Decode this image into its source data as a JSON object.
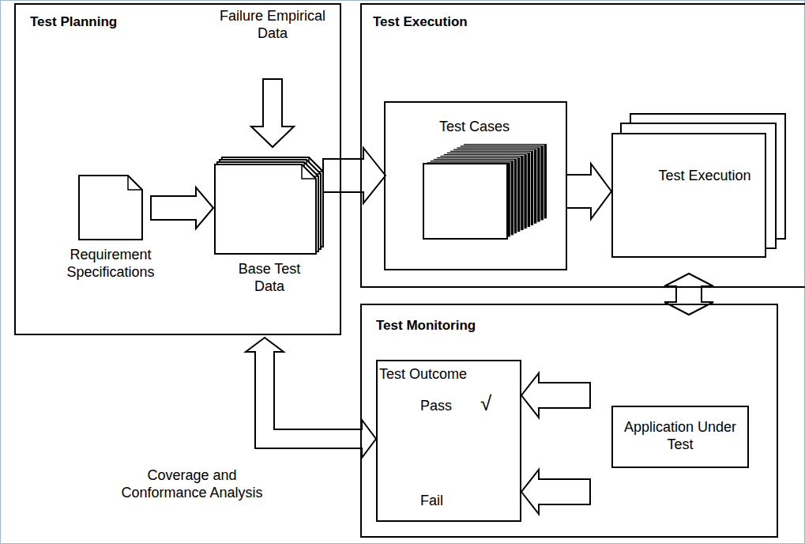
{
  "diagram": {
    "nodes": [
      {
        "text": [
          "Test Planning"
        ]
      },
      {
        "text": [
          "Requirement Specifications"
        ],
        "in": 0
      },
      {
        "text": [
          "Base Test Data"
        ],
        "in": 0
      },
      {
        "text": [
          "Test Execution"
        ]
      },
      {
        "text": [
          "Test Cases"
        ],
        "in": 3
      },
      {
        "text": [
          "Test Execution"
        ],
        "in": 3
      },
      {
        "text": [
          "Test Monitoring"
        ]
      },
      {
        "text": [
          "Test Outcome",
          "Pass",
          "√",
          "Fail"
        ],
        "in": 6
      },
      {
        "text": [
          "Application Under Test"
        ],
        "in": 6
      }
    ],
    "edges": [
      {
        "from": 1,
        "to": 2,
        "arrow": "to"
      },
      {
        "from": 2,
        "to": 4,
        "arrow": "to"
      },
      {
        "from": 4,
        "to": 5,
        "arrow": "to"
      },
      {
        "from": 3,
        "to": 6,
        "arrow": "both"
      },
      {
        "from": 8,
        "to": 7,
        "arrow": "to"
      },
      {
        "from": 8,
        "to": 7,
        "arrow": "to"
      },
      {
        "from": 0,
        "to": 7,
        "label": "Coverage and Conformance Analysis",
        "arrow": "both"
      }
    ],
    "labels": [
      "Failure Empirical Data"
    ]
  }
}
